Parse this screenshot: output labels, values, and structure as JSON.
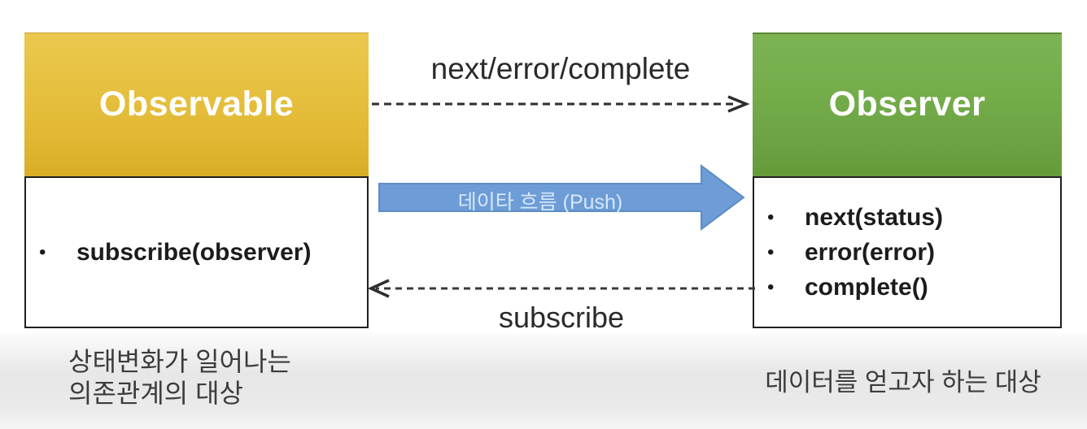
{
  "observable": {
    "title": "Observable",
    "bullet": "•",
    "methods": [
      "subscribe(observer)"
    ],
    "caption_lines": [
      "상태변화가 일어나는",
      "의존관계의 대상"
    ]
  },
  "observer": {
    "title": "Observer",
    "bullet": "•",
    "methods": [
      "next(status)",
      "error(error)",
      "complete()"
    ],
    "caption": "데이터를 얻고자 하는 대상"
  },
  "arrows": {
    "forward_label": "next/error/complete",
    "push_label": "데이타 흐름 (Push)",
    "backward_label": "subscribe"
  },
  "colors": {
    "observable_header_top": "#ebc84f",
    "observable_header_bottom": "#d9ad26",
    "observer_header_top": "#7cb454",
    "observer_header_bottom": "#659c3a",
    "push_arrow_fill": "#6d9cd6",
    "push_arrow_border": "#5d8dc4",
    "push_label_text": "#d7e8fa",
    "dashed_arrow": "#2e2e2e",
    "body_border": "#1f1f1f",
    "caption_text": "#3c3c3c",
    "footer_band": "#e7e7e7"
  }
}
